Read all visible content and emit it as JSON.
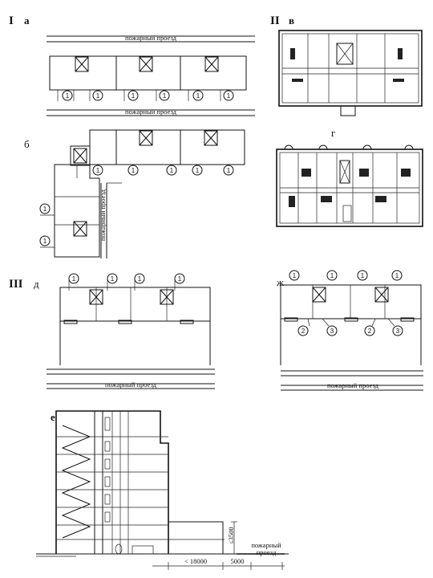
{
  "sections": {
    "I": "I",
    "II": "II",
    "III": "III"
  },
  "subs": {
    "a": "а",
    "b": "б",
    "v": "в",
    "g": "г",
    "d": "д",
    "zh": "ж",
    "e": "е"
  },
  "road_label": "пожарный проезд",
  "road_label_split": [
    "пожарный",
    "проезд"
  ],
  "markers": {
    "one": "1",
    "two": "2",
    "three": "3"
  },
  "dimensions": {
    "d1": "< 18000",
    "d2": "5000",
    "height": "≤3500"
  }
}
